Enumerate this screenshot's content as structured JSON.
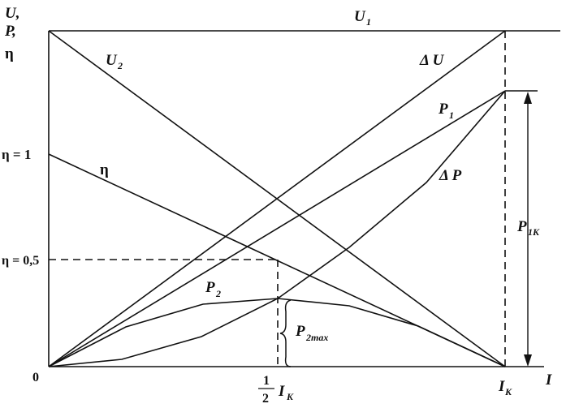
{
  "diagram": {
    "y_axis_label": [
      "U,",
      "P,",
      "η"
    ],
    "x_axis_label": "I",
    "origin_label": "0",
    "eta_one_label": "η = 1",
    "eta_half_label": "η = 0,5",
    "half_frac_num": "1",
    "half_frac_den": "2",
    "half_ik_label": "I",
    "half_ik_sub": "K",
    "ik_label": "I",
    "ik_sub": "K",
    "curves": {
      "u1": {
        "label": "U",
        "sub": "1"
      },
      "u2": {
        "label": "U",
        "sub": "2"
      },
      "delta_u": {
        "label": "Δ U"
      },
      "p1": {
        "label": "P",
        "sub": "1"
      },
      "delta_p": {
        "label": "Δ P"
      },
      "eta": {
        "label": "η"
      },
      "p2": {
        "label": "P",
        "sub": "2"
      },
      "p1k": {
        "label": "P",
        "sub": "1K"
      },
      "p2max": {
        "label": "P",
        "sub": "2max"
      }
    },
    "colors": {
      "line": "#111111",
      "background": "#ffffff"
    }
  }
}
